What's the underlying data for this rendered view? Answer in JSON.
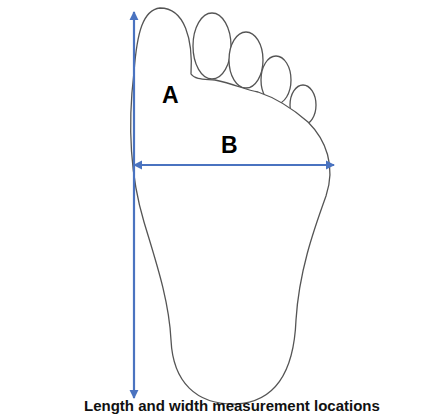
{
  "diagram": {
    "caption": "Length and width measurement locations",
    "labels": [
      "A",
      "B"
    ]
  }
}
